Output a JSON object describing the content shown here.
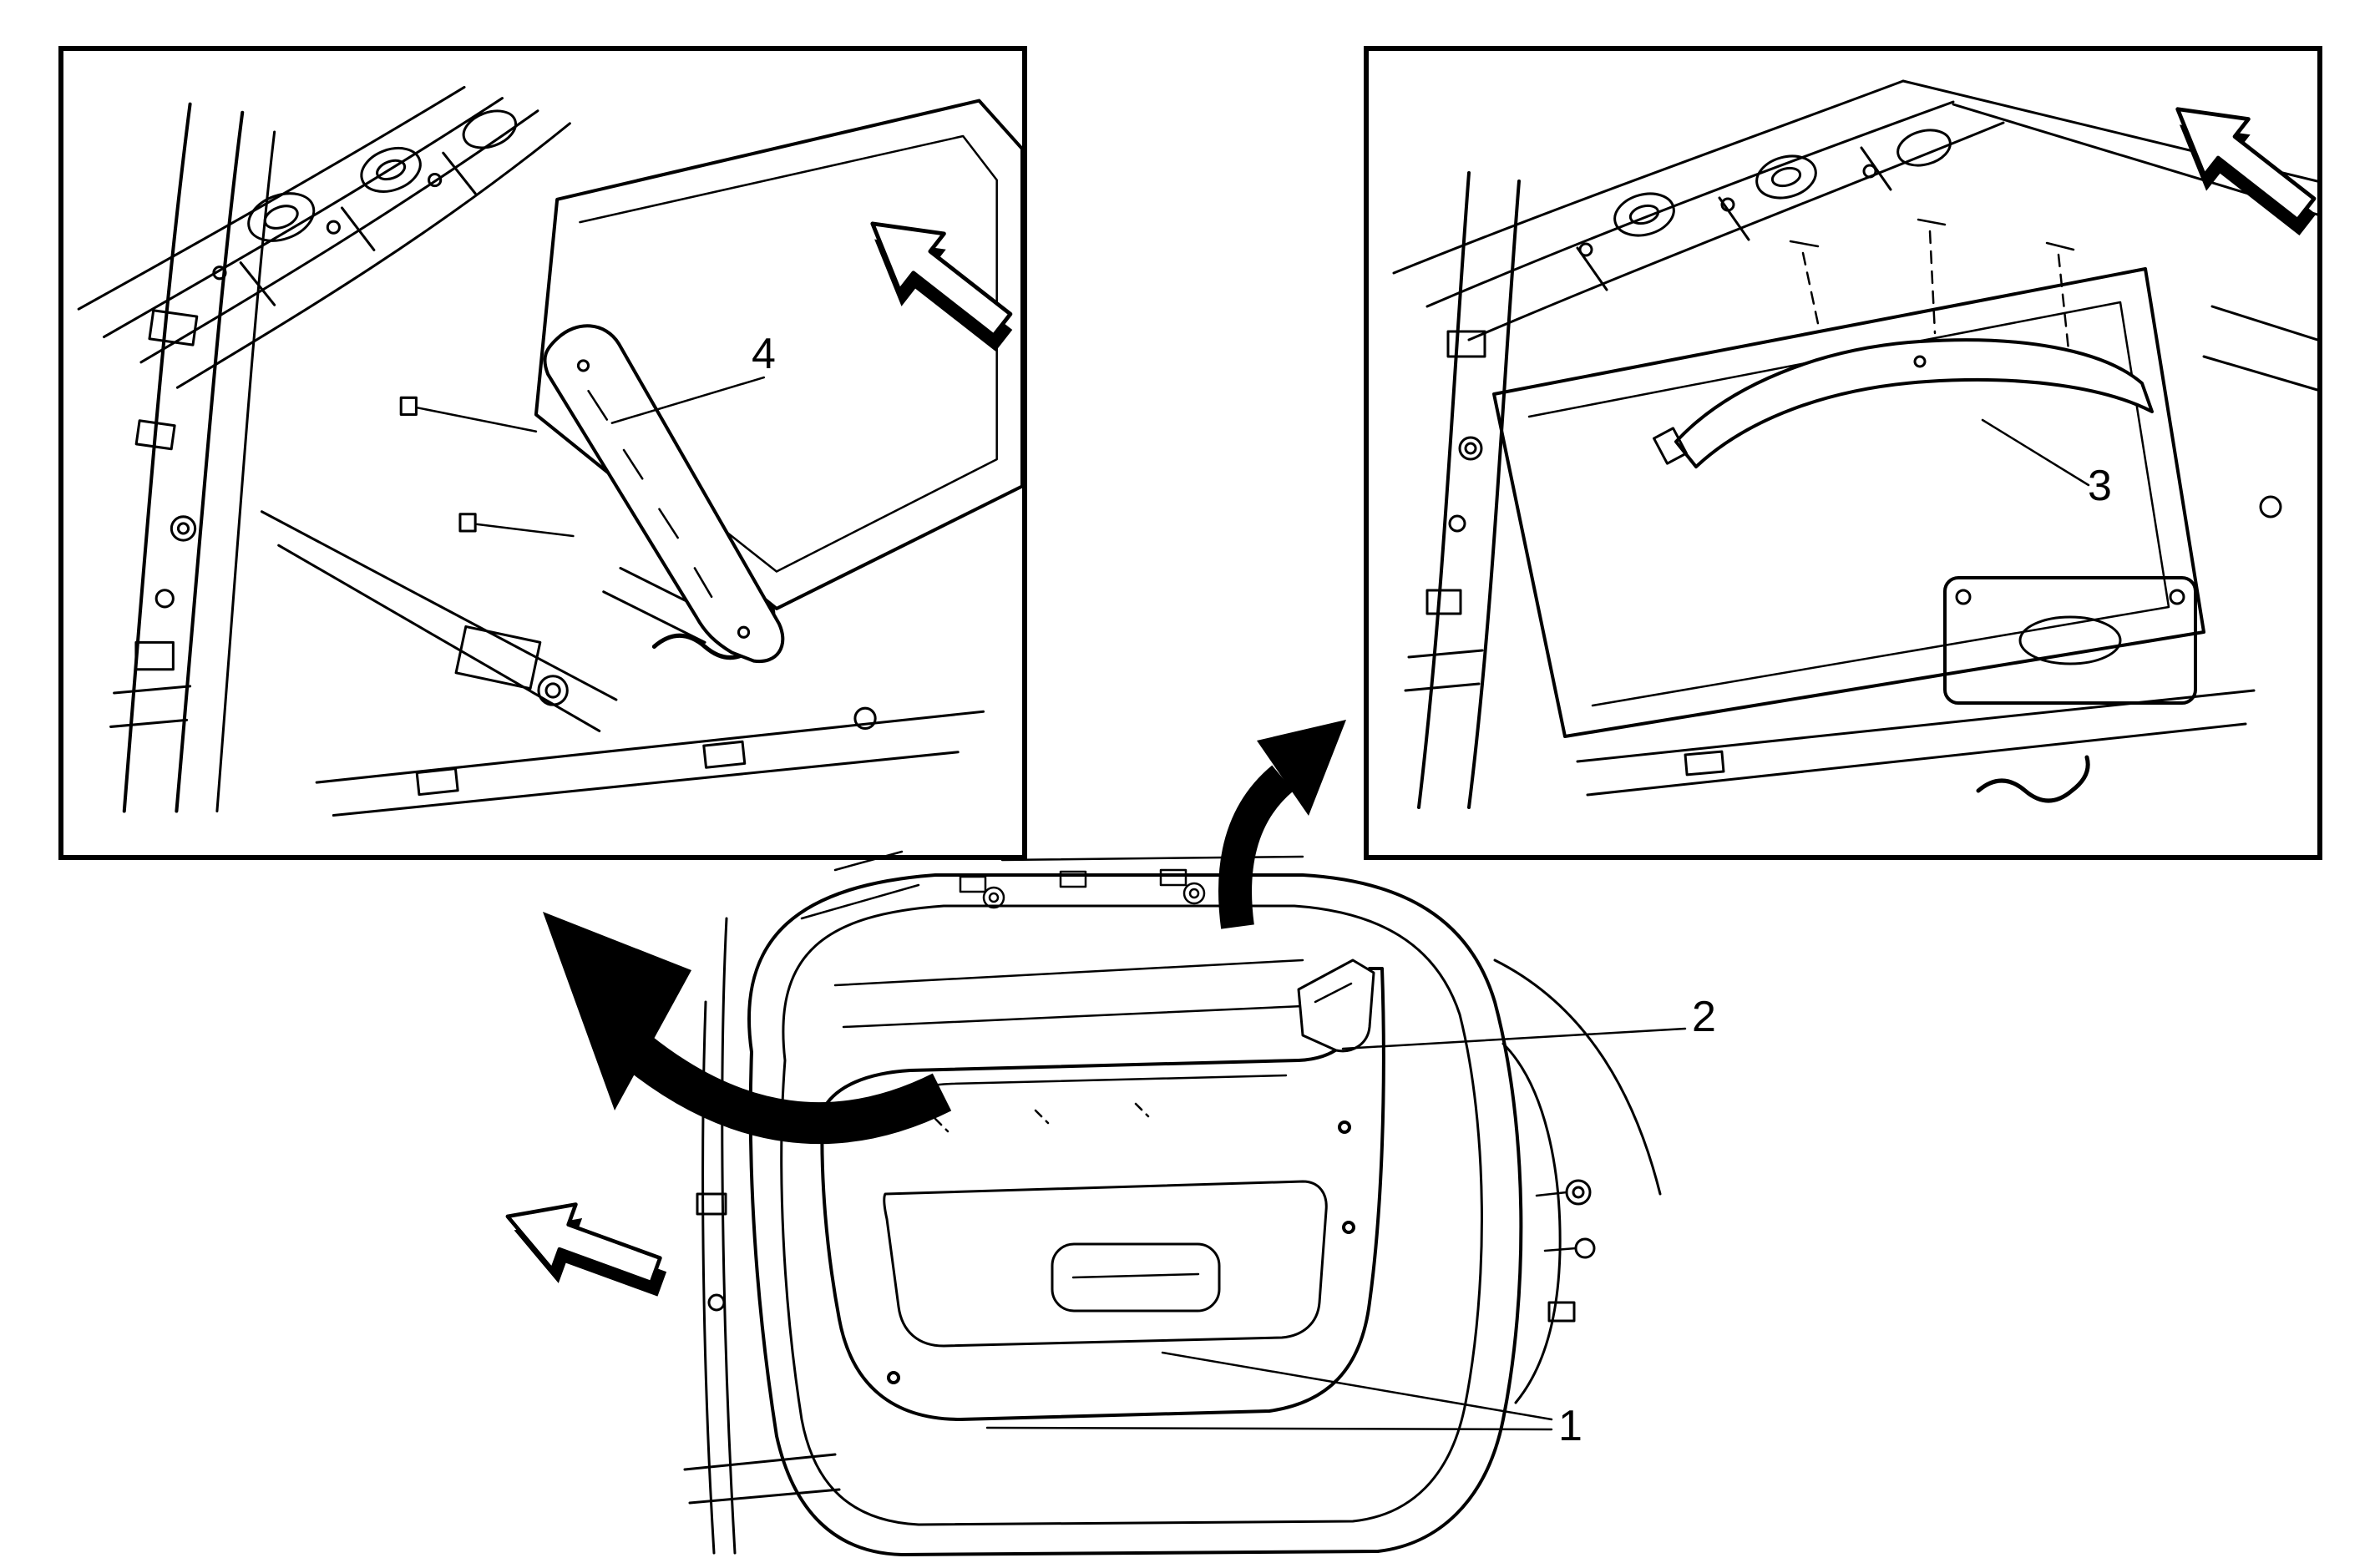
{
  "diagram": {
    "callouts": {
      "c1": {
        "label": "1"
      },
      "c2": {
        "label": "2"
      },
      "c3": {
        "label": "3"
      },
      "c4": {
        "label": "4"
      }
    },
    "colors": {
      "background": "#ffffff",
      "line": "#000000"
    }
  }
}
